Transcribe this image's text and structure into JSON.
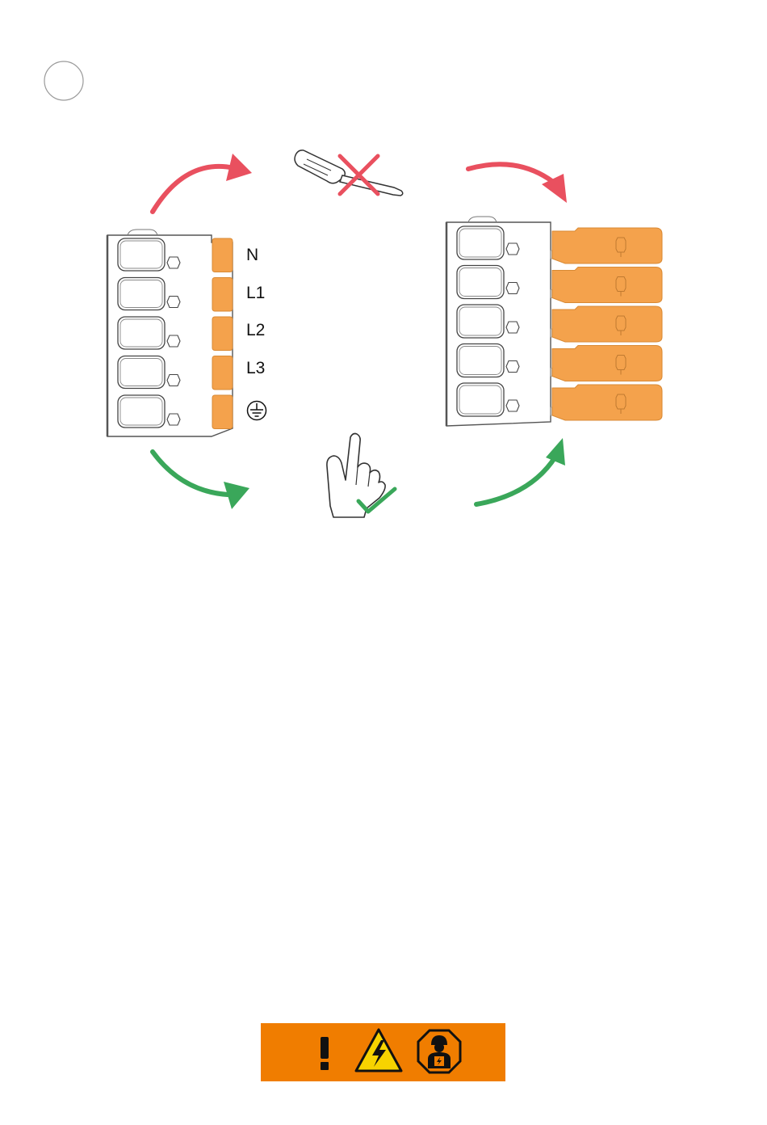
{
  "step_badge": {
    "text": ""
  },
  "terminal_labels": [
    "N",
    "L1",
    "L2",
    "L3"
  ],
  "ground_symbol": "protective-earth-icon",
  "instruction": {
    "tool_icon": "screwdriver-icon",
    "tool_status": "prohibited",
    "hand_icon": "hand-press-icon",
    "hand_status": "allowed"
  },
  "warning_bar": {
    "icons": [
      "exclamation-icon",
      "high-voltage-warning-icon",
      "qualified-electrician-icon"
    ]
  },
  "colors": {
    "orange_lever": "#f4a24c",
    "orange_bar": "#f07d00",
    "arrow_red": "#e9505f",
    "arrow_green": "#3aa75a",
    "outline": "#555555"
  }
}
